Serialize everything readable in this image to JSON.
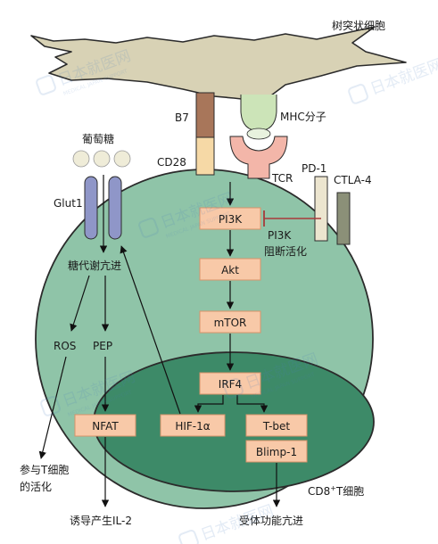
{
  "labels": {
    "dendritic_cell": "树突状细胞",
    "b7": "B7",
    "mhc": "MHC分子",
    "cd28": "CD28",
    "tcr": "TCR",
    "pd1": "PD-1",
    "ctla4": "CTLA-4",
    "glucose": "葡萄糖",
    "glut1": "Glut1",
    "glycolysis": "糖代谢亢进",
    "ros": "ROS",
    "pep": "PEP",
    "pi3k_inhibit_1": "PI3K",
    "pi3k_inhibit_2": "阻断活化",
    "tcell_activation_1": "参与T细胞",
    "tcell_activation_2": "的活化",
    "induce_il2": "诱导产生IL-2",
    "effector": "受体功能亢进",
    "cd8_prefix": "CD8",
    "cd8_sup": "+",
    "cd8_suffix": "T细胞"
  },
  "boxes": {
    "pi3k": "PI3K",
    "akt": "Akt",
    "mtor": "mTOR",
    "irf4": "IRF4",
    "nfat": "NFAT",
    "hif1a": "HIF-1α",
    "tbet": "T-bet",
    "blimp1": "Blimp-1"
  },
  "watermark": {
    "text": "日本就医网",
    "sub": "MEDICAL JAPAN SUPPORT"
  },
  "colors": {
    "cell_fill": "#8fc4a8",
    "nucleus_fill": "#3d8a68",
    "box_fill": "#f8c9a8",
    "box_stroke": "#d9926a",
    "dc_fill": "#d8d2b5",
    "inhibit_line": "#a83a3a"
  }
}
